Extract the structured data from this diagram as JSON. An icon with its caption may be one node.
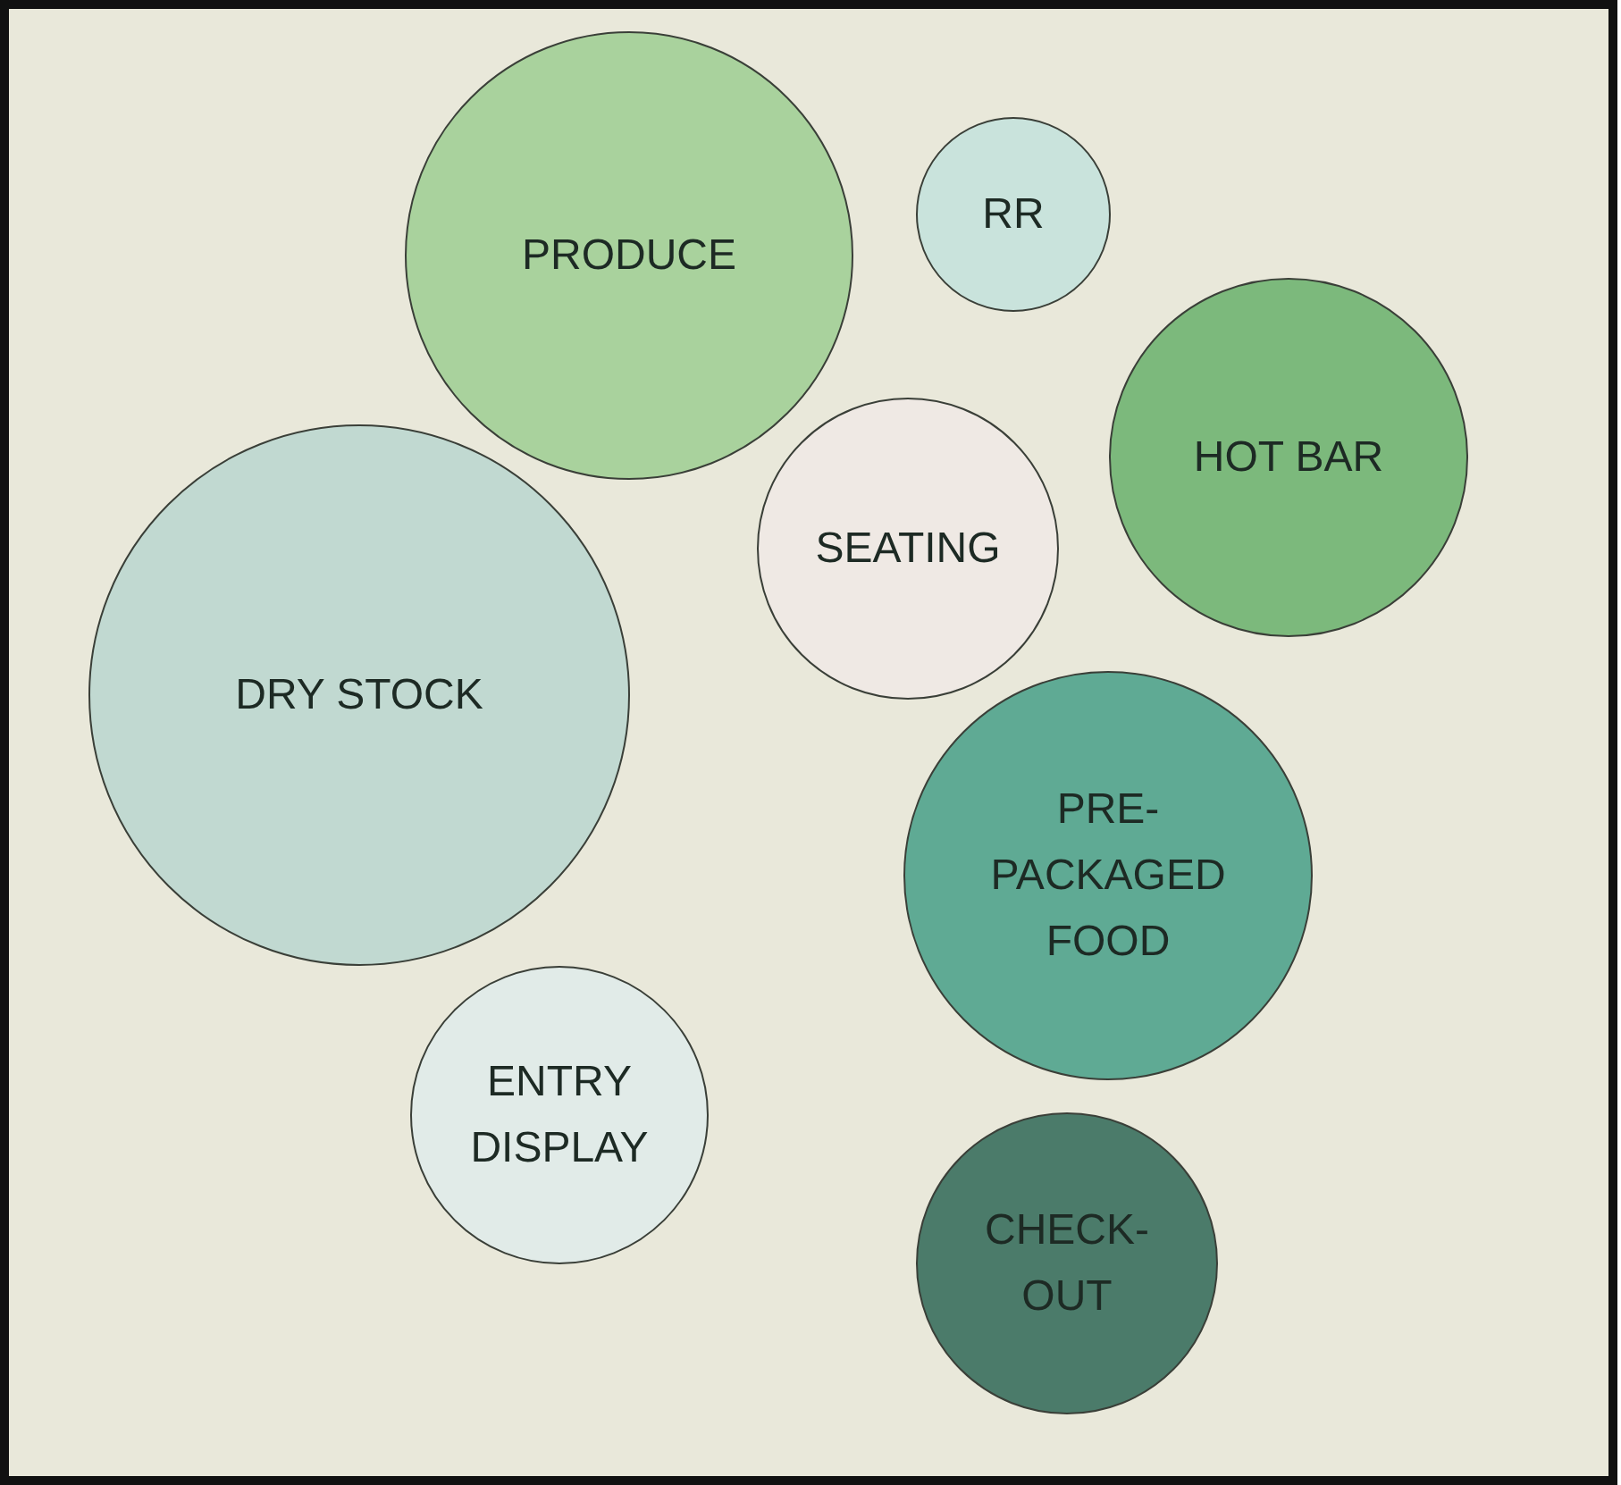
{
  "diagram": {
    "nodes": [
      {
        "text": [
          "PRODUCE"
        ]
      },
      {
        "text": [
          "RR"
        ]
      },
      {
        "text": [
          "HOT BAR"
        ]
      },
      {
        "text": [
          "SEATING"
        ]
      },
      {
        "text": [
          "DRY STOCK"
        ]
      },
      {
        "text": [
          "PRE- PACKAGED FOOD"
        ]
      },
      {
        "text": [
          "ENTRY DISPLAY"
        ]
      },
      {
        "text": [
          "CHECK- OUT"
        ]
      }
    ]
  }
}
